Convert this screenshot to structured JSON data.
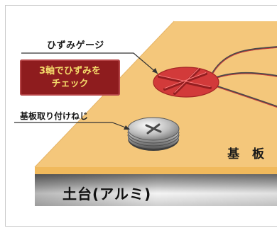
{
  "labels": {
    "strain_gauge": "ひずみゲージ",
    "callout_line1": "3軸でひずみを",
    "callout_line2": "チェック",
    "screw": "基板取り付けねじ",
    "board": "基 板",
    "base": "土台(アルミ)"
  },
  "colors": {
    "board": "#f4c77b",
    "base_top": "#6e6e6e",
    "gauge": "#d23a3a",
    "callout_bg": "#8e1c1e",
    "callout_text": "#f4d96a",
    "wire": "#4a4a4a"
  }
}
